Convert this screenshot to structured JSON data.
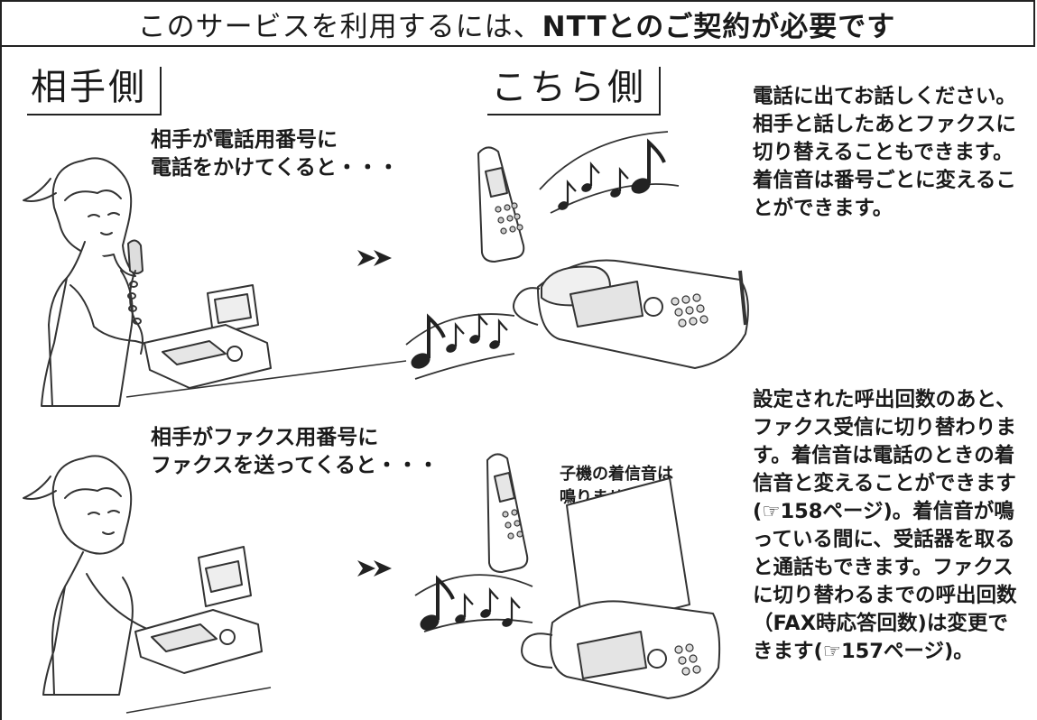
{
  "title": {
    "part1": "このサービスを利用するには、",
    "part2": "NTTとのご契約が必要です"
  },
  "headings": {
    "caller_side": "相手側",
    "our_side": "こちら側"
  },
  "scenario_phone": {
    "caption_line1": "相手が電話用番号に",
    "caption_line2": "電話をかけてくると・・・",
    "description": "電話に出てお話しください。相手と話したあとファクスに切り替えることもできます。着信音は番号ごとに変えることができます。"
  },
  "scenario_fax": {
    "caption_line1": "相手がファクス用番号に",
    "caption_line2": "ファクスを送ってくると・・・",
    "handset_note_line1": "子機の着信音は",
    "handset_note_line2": "鳴りません",
    "description": "設定された呼出回数のあと、ファクス受信に切り替わります。着信音は電話のときの着信音と変えることができます(☞158ページ)。着信音が鳴っている間に、受話器を取ると通話もできます。ファクスに切り替わるまでの呼出回数（FAX時応答回数)は変更できます(☞157ページ)。"
  },
  "icons": {
    "arrow": "double-chevron-right-icon",
    "note": "music-note-icon"
  }
}
